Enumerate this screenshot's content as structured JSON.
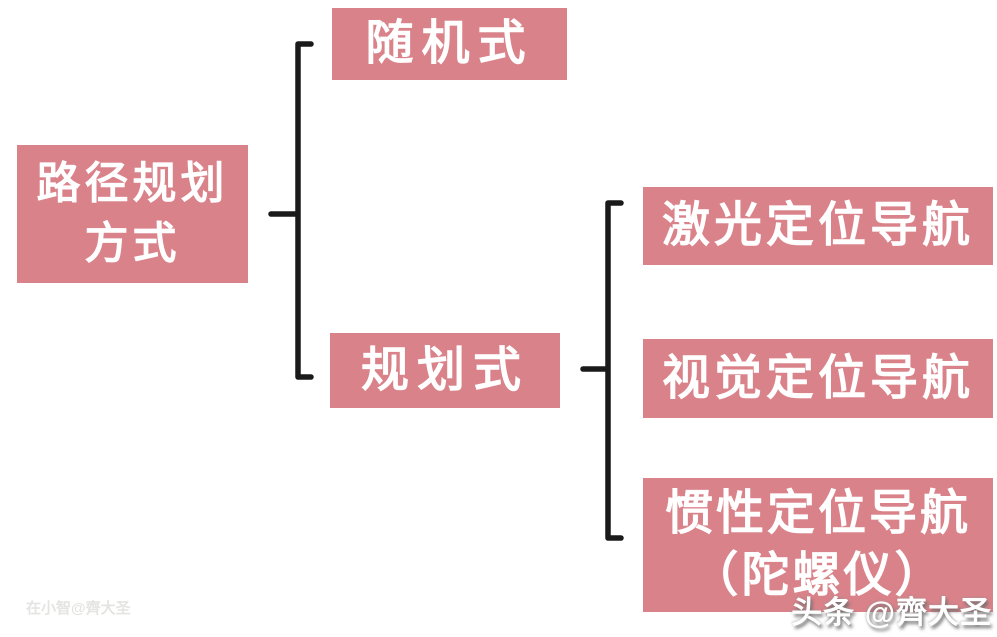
{
  "colors": {
    "box_fill": "#da8289",
    "box_text": "#ffffff",
    "connector": "#1a1a1a",
    "background": "#ffffff"
  },
  "diagram": {
    "type": "tree",
    "root": {
      "line1": "路径规划",
      "line2": "方式"
    },
    "branches": [
      {
        "label": "随机式"
      },
      {
        "label": "规划式"
      }
    ],
    "planned_children": [
      {
        "label": "激光定位导航"
      },
      {
        "label": "视觉定位导航"
      },
      {
        "line1": "惯性定位导航",
        "line2": "（陀螺仪）"
      }
    ]
  },
  "watermarks": {
    "bottom_right": "头条 @齊大圣",
    "bottom_left": "在小智@齊大圣"
  }
}
